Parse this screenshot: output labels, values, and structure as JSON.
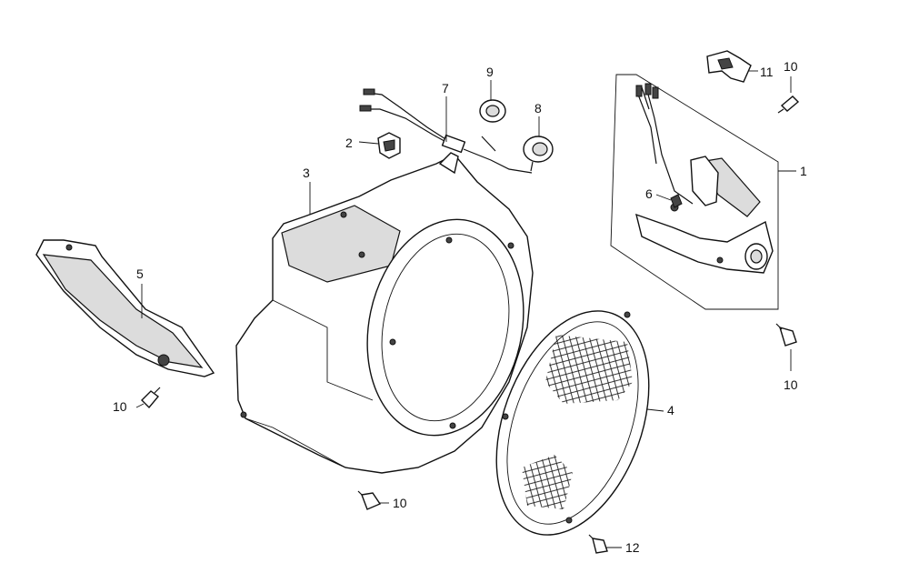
{
  "callouts": {
    "c1": "1",
    "c2": "2",
    "c3": "3",
    "c4": "4",
    "c5": "5",
    "c6": "6",
    "c7": "7",
    "c8": "8",
    "c9": "9",
    "c10a": "10",
    "c10b": "10",
    "c10c": "10",
    "c10d": "10",
    "c11": "11",
    "c12": "12"
  }
}
